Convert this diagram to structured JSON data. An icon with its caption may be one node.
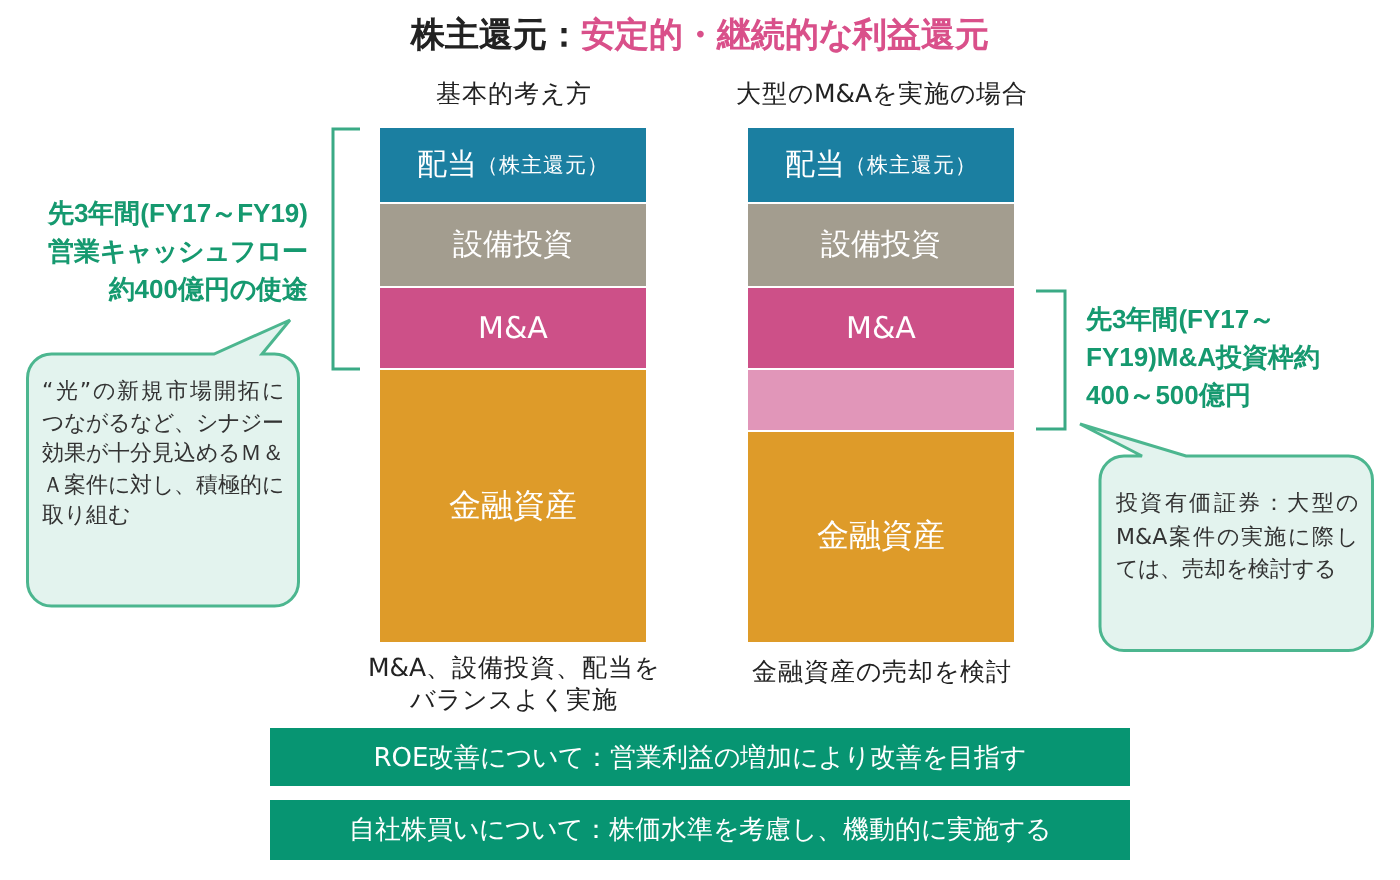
{
  "diagram": {
    "title": "株主還元：*安定的・継続的な利益還元*",
    "nodes": [
      {
        "text": [
          "配当",
          "（株主還元）"
        ]
      },
      {
        "text": [
          "設備投資"
        ]
      },
      {
        "text": [
          "M&A"
        ]
      },
      {
        "text": [
          "金融資産"
        ]
      },
      {
        "text": [
          "“光”の新規市場開拓につながるなど、シナジー効果が十分見込めるＭ＆Ａ案件に対し、積極的に取り組む"
        ]
      },
      {
        "text": [
          "配当",
          "（株主還元）"
        ]
      },
      {
        "text": [
          "設備投資"
        ]
      },
      {
        "text": [
          "M&A"
        ]
      },
      {
        "text": [],
        "shape": "box"
      },
      {
        "text": [
          "金融資産"
        ]
      },
      {
        "text": [
          "投資有価証券：大型のM&A案件の実施に際しては、売却を検討する"
        ]
      },
      {
        "text": [
          "ROE改善について：営業利益の増加により改善を目指す"
        ]
      },
      {
        "text": [
          "自社株買いについて：株価水準を考慮し、機動的に実施する"
        ]
      }
    ],
    "labels": [
      "基本的考え方",
      "大型のM&Aを実施の場合",
      "先3年間(FY17～FY19)営業キャッシュフロー約400億円の使途",
      "先3年間(FY17～FY19)M&A投資枠約400～500億円",
      "M&A、設備投資、配当をバランスよく実施",
      "金融資産の売却を検討"
    ]
  }
}
